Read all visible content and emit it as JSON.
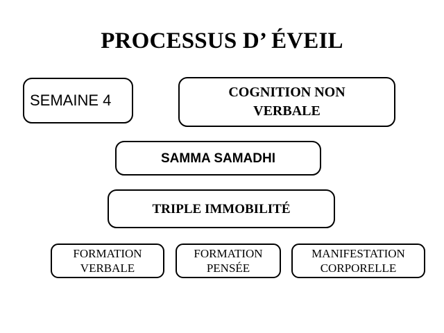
{
  "slide": {
    "title": "PROCESSUS D’ ÉVEIL",
    "background_color": "#ffffff",
    "text_color": "#000000",
    "border_color": "#000000"
  },
  "diagram": {
    "nodes": [
      {
        "id": "semaine",
        "label": "SEMAINE 4"
      },
      {
        "id": "cognition",
        "label": "COGNITION NON\nVERBALE"
      },
      {
        "id": "samadhi",
        "label": "SAMMA SAMADHI"
      },
      {
        "id": "immobilite",
        "label": "TRIPLE IMMOBILITÉ"
      }
    ],
    "leaves": [
      {
        "id": "formation-verbale",
        "label": "FORMATION\nVERBALE"
      },
      {
        "id": "formation-pensee",
        "label": "FORMATION\nPENSÉE"
      },
      {
        "id": "manifestation-corporelle",
        "label": "MANIFESTATION\nCORPORELLE"
      }
    ]
  }
}
